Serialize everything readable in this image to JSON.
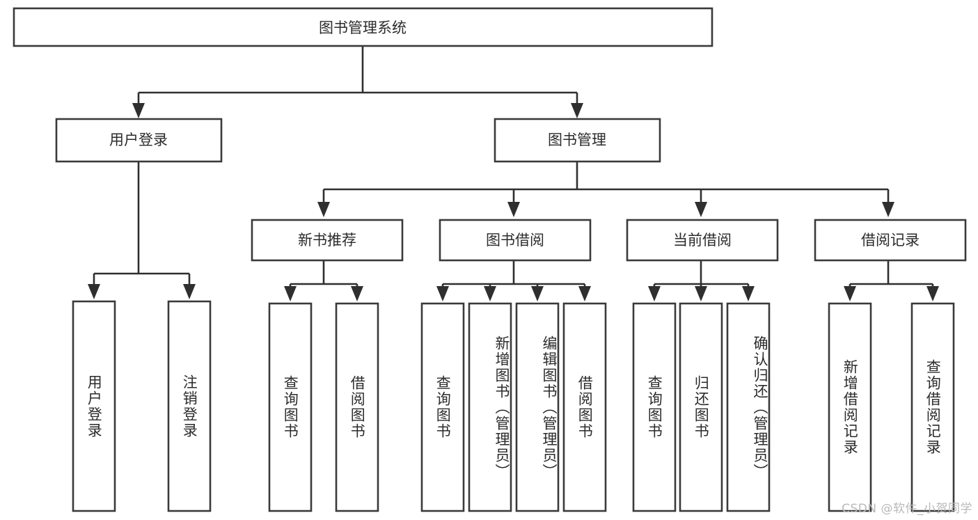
{
  "diagram": {
    "title": "图书管理系统",
    "type": "hierarchy-tree",
    "orientation": "top-down",
    "colors": {
      "box_stroke": "#3a3a3a",
      "box_fill": "#ffffff",
      "connector": "#2f2f2f",
      "text": "#2b2b2b",
      "background": "#ffffff",
      "watermark": "#b9b9b9"
    },
    "root": {
      "label": "图书管理系统"
    },
    "level2": [
      {
        "label": "用户登录"
      },
      {
        "label": "图书管理"
      }
    ],
    "level3": [
      {
        "label": "新书推荐"
      },
      {
        "label": "图书借阅"
      },
      {
        "label": "当前借阅"
      },
      {
        "label": "借阅记录"
      }
    ],
    "leaves": {
      "user_login": [
        {
          "label": "用户登录"
        },
        {
          "label": "注销登录"
        }
      ],
      "new_book_recommend": [
        {
          "label": "查询图书"
        },
        {
          "label": "借阅图书"
        }
      ],
      "book_borrow": [
        {
          "label": "查询图书"
        },
        {
          "label": "新增图书（管理员）"
        },
        {
          "label": "编辑图书（管理员）"
        },
        {
          "label": "借阅图书"
        }
      ],
      "current_borrow": [
        {
          "label": "查询图书"
        },
        {
          "label": "归还图书"
        },
        {
          "label": "确认归还（管理员）"
        }
      ],
      "borrow_records": [
        {
          "label": "新增借阅记录"
        },
        {
          "label": "查询借阅记录"
        }
      ]
    }
  },
  "watermark": {
    "text": "CSDN @软件_小贺同学"
  }
}
